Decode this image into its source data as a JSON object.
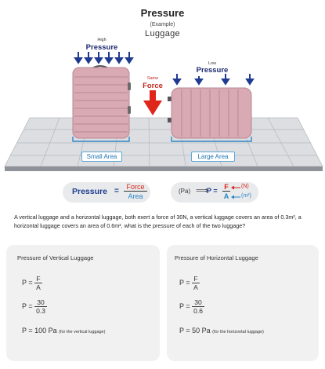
{
  "header": {
    "title": "Pressure",
    "subtitle": "(Example)",
    "subject": "Luggage"
  },
  "scene": {
    "left_label_small": "High",
    "left_label_big": "Pressure",
    "force_label_small": "Same",
    "force_label_big": "Force",
    "right_label_small": "Low",
    "right_label_big": "Pressure",
    "small_area": "Small Area",
    "large_area": "Large Area",
    "colors": {
      "arrow_blue": "#1f3b8f",
      "arrow_red": "#e0261b",
      "luggage": "#d9aab4",
      "floor": "#d6d8db",
      "area_marker": "#2e86c8"
    }
  },
  "formula": {
    "lhs": "Pressure",
    "eq": "=",
    "numerator": "Force",
    "denominator": "Area",
    "units_lhs": "(Pa)",
    "units_arrow": "⟹",
    "units_p": "P =",
    "units_f": "F",
    "units_a": "A",
    "unit_n": "(N)",
    "unit_m2": "(m²)"
  },
  "question": "A vertical luggage and a horizontal luggage, both exert a force of 30N, a vertical luggage covers an area of 0.3m², a horizontal luggage covers an area of 0.6m², what is the pressure of each of the two luggage?",
  "vertical": {
    "title": "Pressure of Vertical Luggage",
    "p": "P =",
    "f": "F",
    "a": "A",
    "force_val": "30",
    "area_val": "0.3",
    "result": "P = 100 Pa",
    "note": "(for the vertical luggage)"
  },
  "horizontal": {
    "title": "Pressure of Horizontal Luggage",
    "p": "P =",
    "f": "F",
    "a": "A",
    "force_val": "30",
    "area_val": "0.6",
    "result": "P =  50 Pa",
    "note": "(for the horizontal luggage)"
  }
}
